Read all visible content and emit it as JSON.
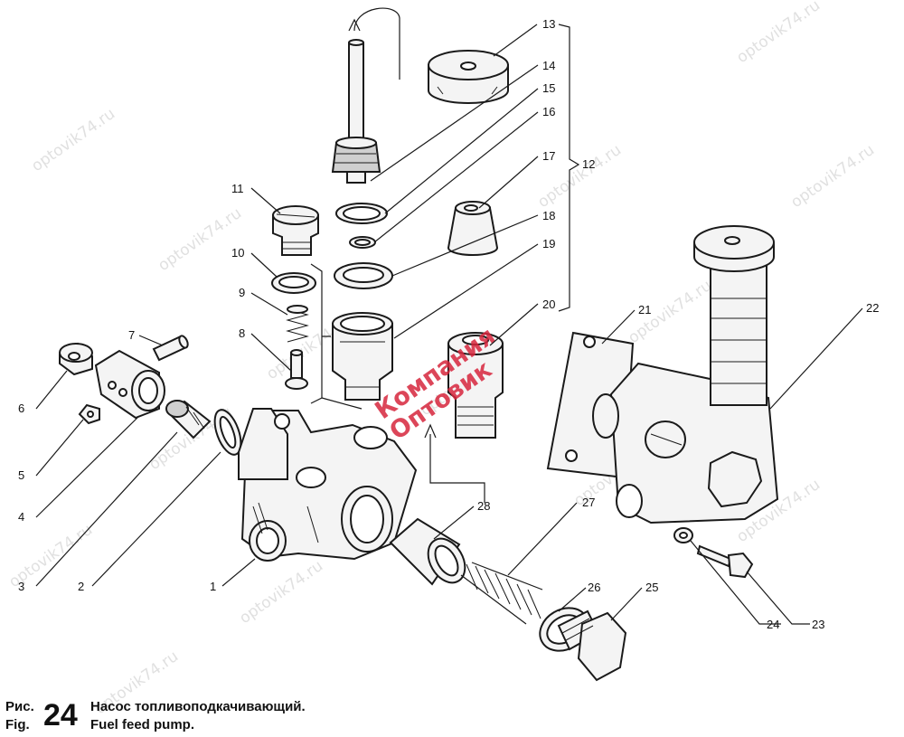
{
  "figure": {
    "prefix_ru": "Рис.",
    "prefix_en": "Fig.",
    "number": "24",
    "title_ru": "Насос топливоподкачивающий.",
    "title_en": "Fuel feed pump."
  },
  "callouts": [
    "1",
    "2",
    "3",
    "4",
    "5",
    "6",
    "7",
    "8",
    "9",
    "10",
    "11",
    "12",
    "13",
    "14",
    "15",
    "16",
    "17",
    "18",
    "19",
    "20",
    "21",
    "22",
    "23",
    "24",
    "25",
    "26",
    "27",
    "28"
  ],
  "watermark": {
    "site": "optovik74.ru",
    "brand_line1": "Компания",
    "brand_line2": "Оптовик"
  },
  "colors": {
    "brand": "#d7263d",
    "ink": "#1a1a1a",
    "watermark": "#c8c8c8"
  }
}
